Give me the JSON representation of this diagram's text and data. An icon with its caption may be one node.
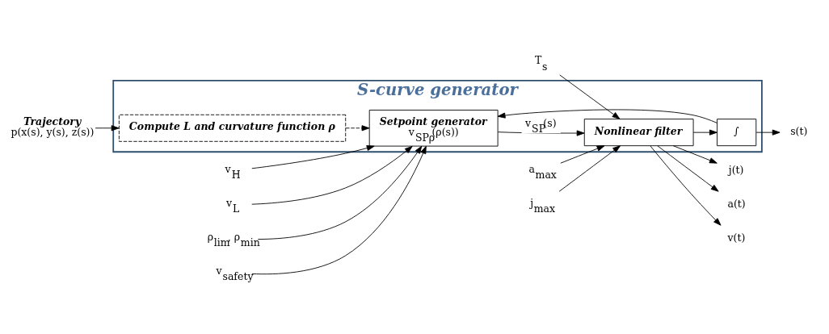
{
  "diagram": {
    "nodes": [
      {
        "text": [
          "S-curve generator"
        ]
      },
      {
        "text": [
          "Trajectory",
          "p(x(s), y(s), z(s))"
        ]
      },
      {
        "text": [
          "Compute L and curvature function ρ"
        ],
        "in": 0
      },
      {
        "text": [
          "Setpoint generator",
          "v$_{SPρ}$(ρ(s))"
        ],
        "in": 0
      },
      {
        "text": [
          "Nonlinear filter"
        ],
        "in": 0
      },
      {
        "text": [
          "∫"
        ],
        "in": 0
      },
      {
        "text": [
          "v$_{H}$"
        ]
      },
      {
        "text": [
          "v$_{L}$"
        ]
      },
      {
        "text": [
          "ρ$_{lim}$, ρ$_{min}$"
        ]
      },
      {
        "text": [
          "v$_{safety}$"
        ]
      },
      {
        "text": [
          "T$_{s}$"
        ]
      },
      {
        "text": [
          "a$_{max}$"
        ]
      },
      {
        "text": [
          "j$_{max}$"
        ]
      },
      {
        "text": [
          "j(t)"
        ]
      },
      {
        "text": [
          "a(t)"
        ]
      },
      {
        "text": [
          "v(t)"
        ]
      },
      {
        "text": [
          "s(t)"
        ]
      }
    ],
    "edges": [
      {
        "from": 1,
        "to": 2,
        "arrow": "to"
      },
      {
        "from": 2,
        "to": 3,
        "arrow": "to",
        "style": "dashed"
      },
      {
        "from": 6,
        "to": 3,
        "arrow": "to"
      },
      {
        "from": 7,
        "to": 3,
        "arrow": "to"
      },
      {
        "from": 8,
        "to": 3,
        "arrow": "to"
      },
      {
        "from": 9,
        "to": 3,
        "arrow": "to"
      },
      {
        "from": 3,
        "to": 4,
        "arrow": "to",
        "label": "v$_{SP}$(s)"
      },
      {
        "from": 10,
        "to": 4,
        "arrow": "to"
      },
      {
        "from": 11,
        "to": 4,
        "arrow": "to"
      },
      {
        "from": 12,
        "to": 4,
        "arrow": "to"
      },
      {
        "from": 4,
        "to": 13,
        "arrow": "to"
      },
      {
        "from": 4,
        "to": 14,
        "arrow": "to"
      },
      {
        "from": 4,
        "to": 15,
        "arrow": "to"
      },
      {
        "from": 4,
        "to": 5,
        "arrow": "to"
      },
      {
        "from": 5,
        "to": 16,
        "arrow": "to"
      },
      {
        "from": 5,
        "to": 3,
        "arrow": "to"
      }
    ]
  }
}
